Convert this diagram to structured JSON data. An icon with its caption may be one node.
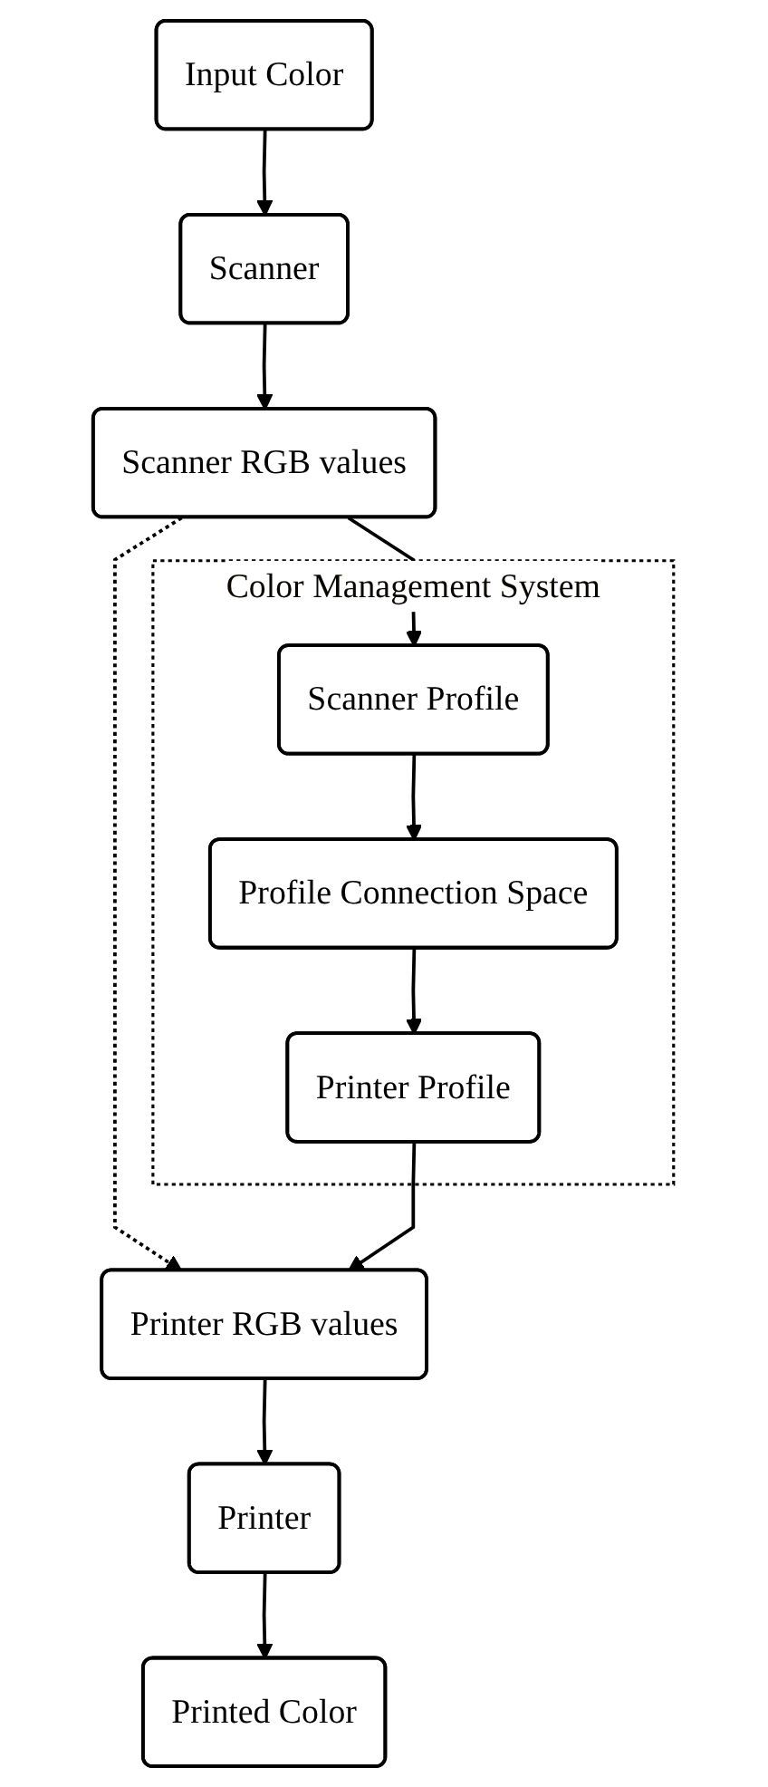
{
  "diagram": {
    "nodes": [
      {
        "text": [
          "Input Color"
        ]
      },
      {
        "text": [
          "Scanner"
        ]
      },
      {
        "text": [
          "Scanner RGB values"
        ]
      },
      {
        "text": [
          "Color Management System"
        ]
      },
      {
        "text": [
          "Scanner Profile"
        ],
        "in": 3
      },
      {
        "text": [
          "Profile Connection Space"
        ],
        "in": 3
      },
      {
        "text": [
          "Printer Profile"
        ],
        "in": 3
      },
      {
        "text": [
          "Printer RGB values"
        ]
      },
      {
        "text": [
          "Printer"
        ]
      },
      {
        "text": [
          "Printed Color"
        ]
      }
    ],
    "edges": [
      {
        "from": 0,
        "to": 1,
        "arrow": "to"
      },
      {
        "from": 1,
        "to": 2,
        "arrow": "to"
      },
      {
        "from": 2,
        "to": 4,
        "arrow": "to"
      },
      {
        "from": 2,
        "to": 7,
        "arrow": "to",
        "style": "dashed"
      },
      {
        "from": 4,
        "to": 5,
        "arrow": "to"
      },
      {
        "from": 5,
        "to": 6,
        "arrow": "to"
      },
      {
        "from": 6,
        "to": 7,
        "arrow": "to"
      },
      {
        "from": 7,
        "to": 8,
        "arrow": "to"
      },
      {
        "from": 8,
        "to": 9,
        "arrow": "to"
      }
    ]
  }
}
